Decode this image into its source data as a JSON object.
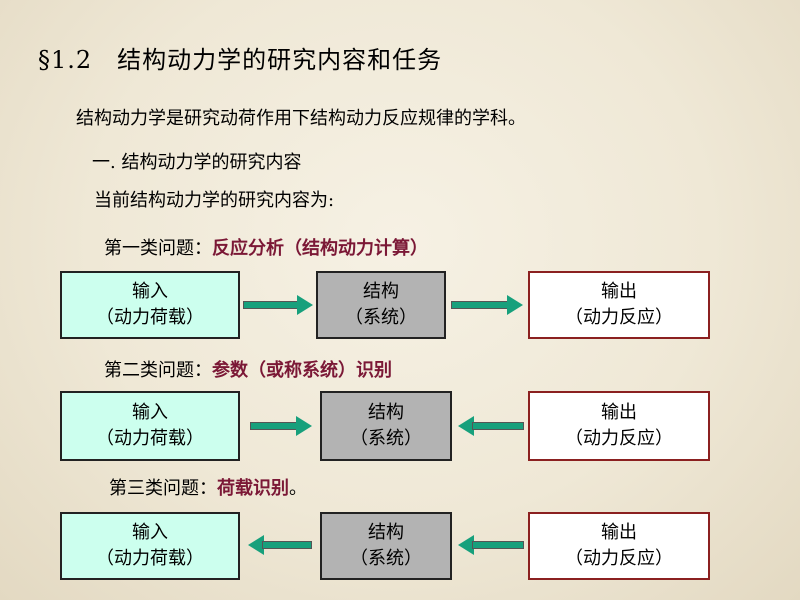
{
  "title": "§1.2　结构动力学的研究内容和任务",
  "definition": "结构动力学是研究动荷作用下结构动力反应规律的学科。",
  "section_heading": "一. 结构动力学的研究内容",
  "intro": "当前结构动力学的研究内容为:",
  "problems": [
    {
      "prefix": "第一类问题：",
      "name": "反应分析（结构动力计算）",
      "suffix": ""
    },
    {
      "prefix": "第二类问题：",
      "name": "参数（或称系统）识别",
      "suffix": ""
    },
    {
      "prefix": "第三类问题：",
      "name": "荷载识别",
      "suffix": "。"
    }
  ],
  "boxes": {
    "input": {
      "line1": "输入",
      "line2": "（动力荷载）"
    },
    "system": {
      "line1": "结构",
      "line2": "（系统）"
    },
    "output": {
      "line1": "输出",
      "line2": "（动力反应）"
    }
  },
  "colors": {
    "input_fill": "#ccffee",
    "system_fill": "#b3b3b3",
    "output_border": "#8b2020",
    "arrow": "#17a07c",
    "highlight_text": "#7b1836"
  }
}
